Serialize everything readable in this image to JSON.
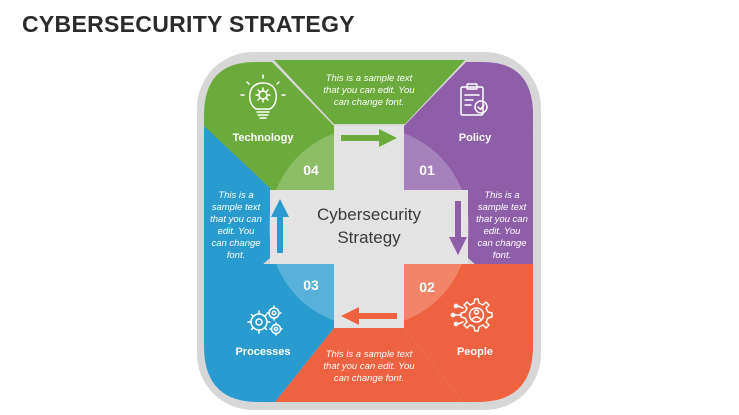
{
  "title": "CYBERSECURITY STRATEGY",
  "center": {
    "line1": "Cybersecurity",
    "line2": "Strategy"
  },
  "steps": [
    {
      "number": "01",
      "label": "Policy",
      "icon": "clipboard-check-icon",
      "color": "#8e5ea8"
    },
    {
      "number": "02",
      "label": "People",
      "icon": "gear-people-icon",
      "color": "#ef6240"
    },
    {
      "number": "03",
      "label": "Processes",
      "icon": "gears-icon",
      "color": "#2a9bcf"
    },
    {
      "number": "04",
      "label": "Technology",
      "icon": "lightbulb-gear-icon",
      "color": "#6aab3b"
    }
  ],
  "sample_text": {
    "top": [
      "This is a sample text",
      "that you can edit. You",
      "can change font."
    ],
    "right": [
      "This is a",
      "sample text",
      "that you can",
      "edit. You",
      "can change",
      "font."
    ],
    "bottom": [
      "This is a sample text",
      "that you can edit. You",
      "can change font."
    ],
    "left": [
      "This is a",
      "sample text",
      "that you can",
      "edit. You",
      "can change",
      "font."
    ]
  },
  "colors": {
    "green": "#6aab3b",
    "purple": "#8e5ea8",
    "orange": "#ef6240",
    "blue": "#2a9bcf",
    "frame": "#d7d7d7",
    "center_bg": "#e3e3e3"
  }
}
